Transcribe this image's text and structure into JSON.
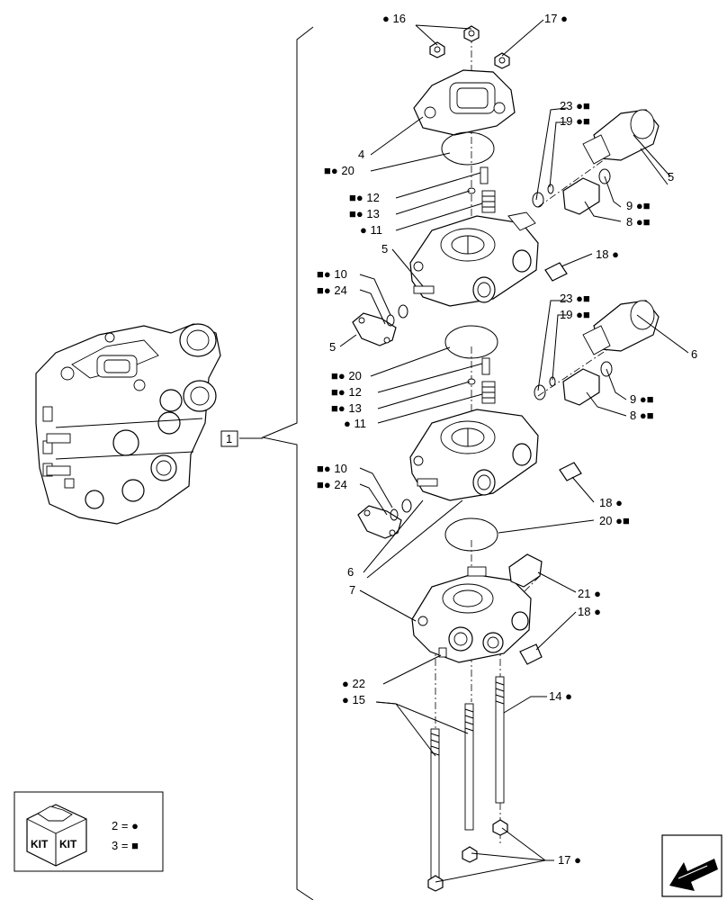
{
  "colors": {
    "ink": "#000000",
    "paper": "#ffffff"
  },
  "assembly_label": "1",
  "callouts": [
    {
      "id": "c16",
      "number": "16",
      "pre": "●",
      "post": ""
    },
    {
      "id": "c17a",
      "number": "17",
      "pre": "",
      "post": "●"
    },
    {
      "id": "c4",
      "number": "4",
      "pre": "",
      "post": ""
    },
    {
      "id": "c20a",
      "number": "20",
      "pre": "■●",
      "post": ""
    },
    {
      "id": "c23a",
      "number": "23",
      "pre": "",
      "post": "●■"
    },
    {
      "id": "c19a",
      "number": "19",
      "pre": "",
      "post": "●■"
    },
    {
      "id": "c5a",
      "number": "5",
      "pre": "",
      "post": ""
    },
    {
      "id": "c12a",
      "number": "12",
      "pre": "■●",
      "post": ""
    },
    {
      "id": "c13a",
      "number": "13",
      "pre": "■●",
      "post": ""
    },
    {
      "id": "c11a",
      "number": "11",
      "pre": "●",
      "post": ""
    },
    {
      "id": "c9a",
      "number": "9",
      "pre": "",
      "post": "●■"
    },
    {
      "id": "c8a",
      "number": "8",
      "pre": "",
      "post": "●■"
    },
    {
      "id": "c5b",
      "number": "5",
      "pre": "",
      "post": ""
    },
    {
      "id": "c18a",
      "number": "18",
      "pre": "",
      "post": "●"
    },
    {
      "id": "c10a",
      "number": "10",
      "pre": "■●",
      "post": ""
    },
    {
      "id": "c24a",
      "number": "24",
      "pre": "■●",
      "post": ""
    },
    {
      "id": "c5c",
      "number": "5",
      "pre": "",
      "post": ""
    },
    {
      "id": "c23b",
      "number": "23",
      "pre": "",
      "post": "●■"
    },
    {
      "id": "c19b",
      "number": "19",
      "pre": "",
      "post": "●■"
    },
    {
      "id": "c6a",
      "number": "6",
      "pre": "",
      "post": ""
    },
    {
      "id": "c20b",
      "number": "20",
      "pre": "■●",
      "post": ""
    },
    {
      "id": "c12b",
      "number": "12",
      "pre": "■●",
      "post": ""
    },
    {
      "id": "c13b",
      "number": "13",
      "pre": "■●",
      "post": ""
    },
    {
      "id": "c11b",
      "number": "11",
      "pre": "●",
      "post": ""
    },
    {
      "id": "c9b",
      "number": "9",
      "pre": "",
      "post": "●■"
    },
    {
      "id": "c8b",
      "number": "8",
      "pre": "",
      "post": "●■"
    },
    {
      "id": "c10b",
      "number": "10",
      "pre": "■●",
      "post": ""
    },
    {
      "id": "c24b",
      "number": "24",
      "pre": "■●",
      "post": ""
    },
    {
      "id": "c18b",
      "number": "18",
      "pre": "",
      "post": "●"
    },
    {
      "id": "c20c",
      "number": "20",
      "pre": "",
      "post": "●■"
    },
    {
      "id": "c6b",
      "number": "6",
      "pre": "",
      "post": ""
    },
    {
      "id": "c7",
      "number": "7",
      "pre": "",
      "post": ""
    },
    {
      "id": "c21",
      "number": "21",
      "pre": "",
      "post": "●"
    },
    {
      "id": "c18c",
      "number": "18",
      "pre": "",
      "post": "●"
    },
    {
      "id": "c22",
      "number": "22",
      "pre": "●",
      "post": ""
    },
    {
      "id": "c15",
      "number": "15",
      "pre": "●",
      "post": ""
    },
    {
      "id": "c14",
      "number": "14",
      "pre": "",
      "post": "●"
    },
    {
      "id": "c17b",
      "number": "17",
      "pre": "",
      "post": "●"
    }
  ],
  "legend": {
    "kit_word_1": "KIT",
    "kit_word_2": "KIT",
    "rows": [
      {
        "number": "2",
        "eq": "=",
        "symbol": "●"
      },
      {
        "number": "3",
        "eq": "=",
        "symbol": "■"
      }
    ]
  },
  "navigation": {
    "icon": "arrow-icon"
  }
}
